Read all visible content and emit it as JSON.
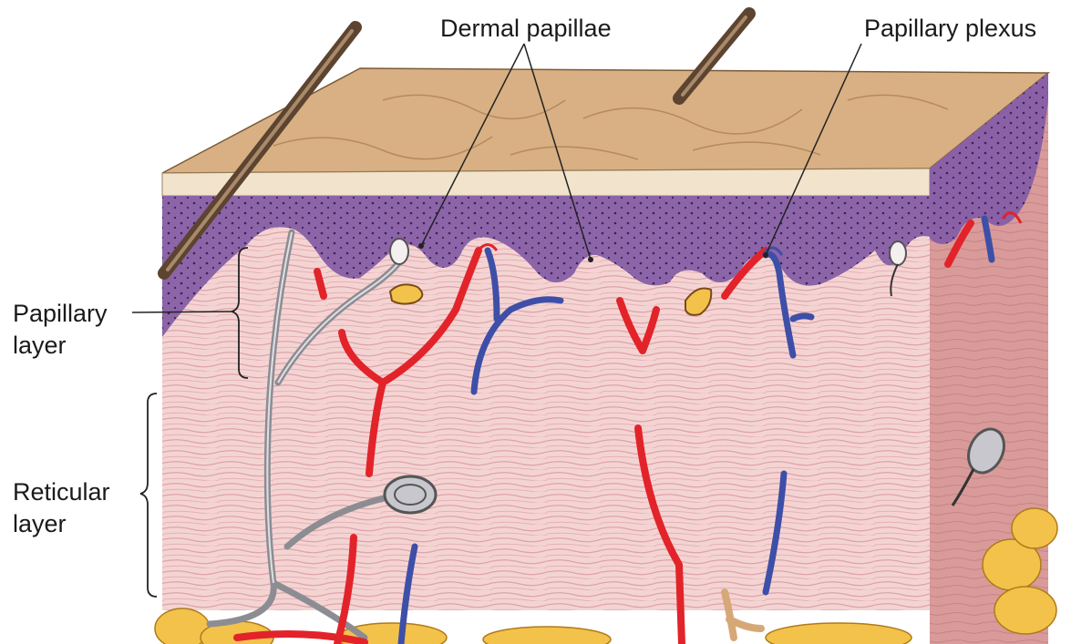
{
  "labels": {
    "dermal_papillae": "Dermal papillae",
    "papillary_plexus": "Papillary plexus",
    "papillary_layer": [
      "Papillary",
      "layer"
    ],
    "reticular_layer": [
      "Reticular",
      "layer"
    ]
  },
  "colors": {
    "epidermis_surface": "#d9b184",
    "epidermis_purple": "#8a62a6",
    "dermis_pink": "#f3d3d2",
    "side_face": "#d99c9a",
    "artery": "#e3242b",
    "vein": "#3f4fa8",
    "nerve": "#8d8e94",
    "fat": "#f2c24a"
  }
}
